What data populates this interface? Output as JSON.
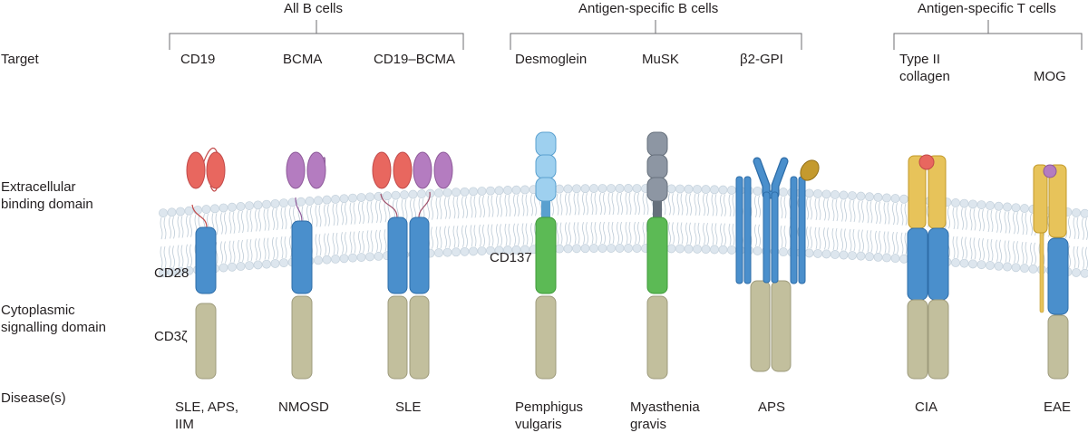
{
  "groups": [
    {
      "label": "All B cells"
    },
    {
      "label": "Antigen-specific B cells"
    },
    {
      "label": "Antigen-specific T cells"
    }
  ],
  "row_labels": {
    "target": "Target",
    "extracellular": "Extracellular\nbinding domain",
    "cytoplasmic": "Cytoplasmic\nsignalling domain",
    "disease": "Disease(s)"
  },
  "domain_labels": {
    "cd28": "CD28",
    "cd3z": "CD3ζ",
    "cd137": "CD137"
  },
  "constructs": [
    {
      "target": "CD19",
      "disease": "SLE, APS,\nIIM"
    },
    {
      "target": "BCMA",
      "disease": "NMOSD"
    },
    {
      "target": "CD19–BCMA",
      "disease": "SLE"
    },
    {
      "target": "Desmoglein",
      "disease": "Pemphigus\nvulgaris"
    },
    {
      "target": "MuSK",
      "disease": "Myasthenia\ngravis"
    },
    {
      "target": "β2-GPI",
      "disease": "APS"
    },
    {
      "target": "Type II\ncollagen",
      "disease": "CIA"
    },
    {
      "target": "MOG",
      "disease": "EAE"
    }
  ],
  "colors": {
    "cd19_scfv": "#e8675f",
    "bcma_scfv": "#b47cc0",
    "cd28": "#4a8fcc",
    "cd3z": "#c2bf9d",
    "cd137": "#5cba55",
    "desmoglein": "#9ed0ef",
    "musk": "#8d96a3",
    "tcr_extracellular": "#e7c35a",
    "membrane": "#d9e4ec"
  }
}
